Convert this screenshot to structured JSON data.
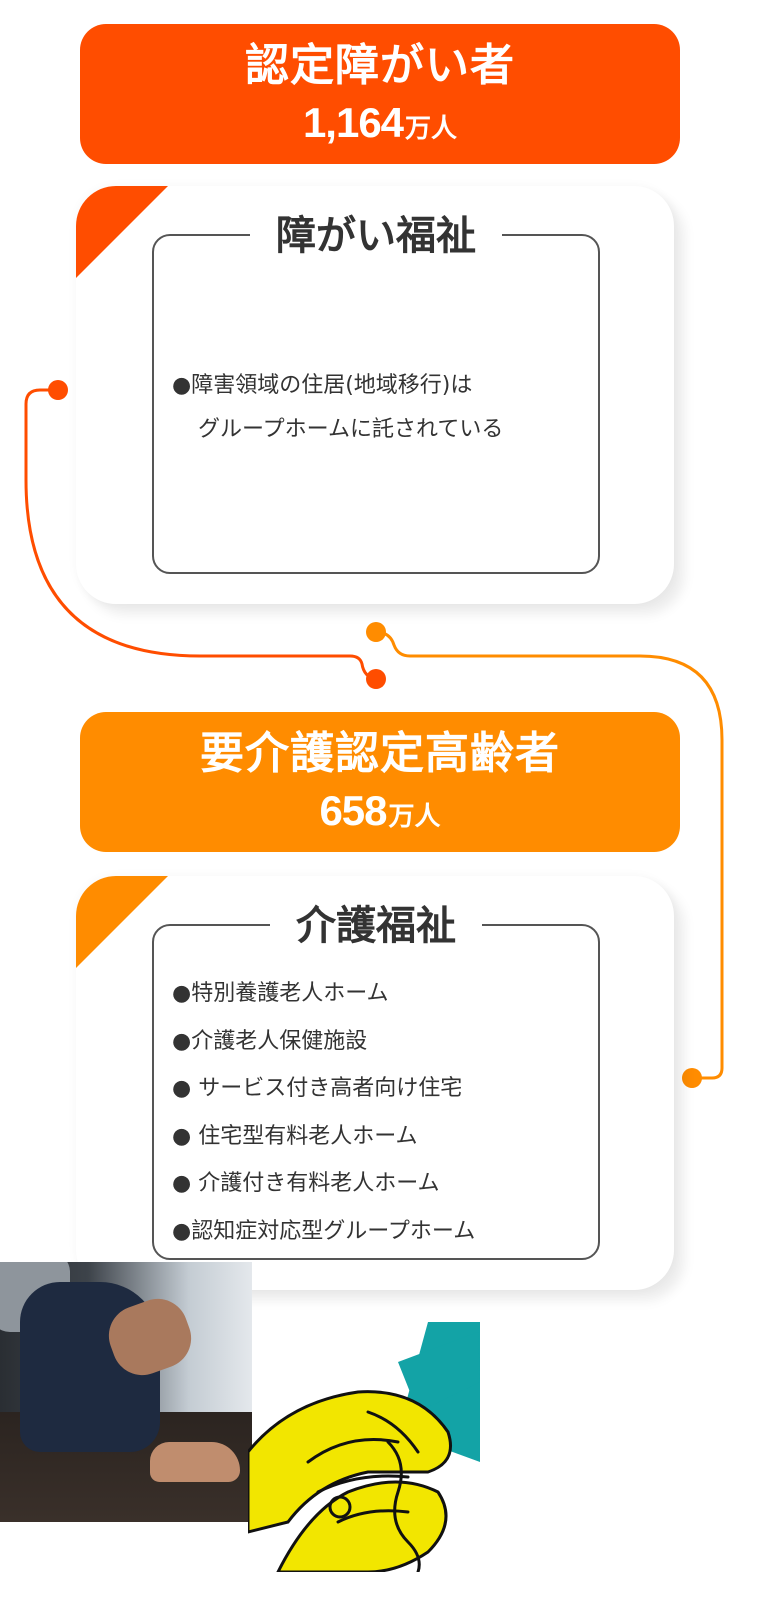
{
  "colors": {
    "red": "#ff4d00",
    "orange": "#ff8c00",
    "text": "#333333"
  },
  "disability_banner": {
    "title": "認定障がい者",
    "value": "1,164",
    "unit": "万人"
  },
  "disability_card": {
    "title": "障がい福祉",
    "lines": [
      "●障害領域の住居(地域移行)は",
      "グループホームに託されている"
    ]
  },
  "elderly_banner": {
    "title": "要介護認定高齢者",
    "value": "658",
    "unit": "万人"
  },
  "care_card": {
    "title": "介護福祉",
    "items": [
      "●特別養護老人ホーム",
      "●介護老人保健施設",
      "● サービス付き高者向け住宅",
      "● 住宅型有料老人ホーム",
      "● 介護付き有料老人ホーム",
      "●認知症対応型グループホーム"
    ]
  },
  "images": {
    "photo": "person-sitting-photo",
    "illustration": "holding-hands-illustration"
  }
}
